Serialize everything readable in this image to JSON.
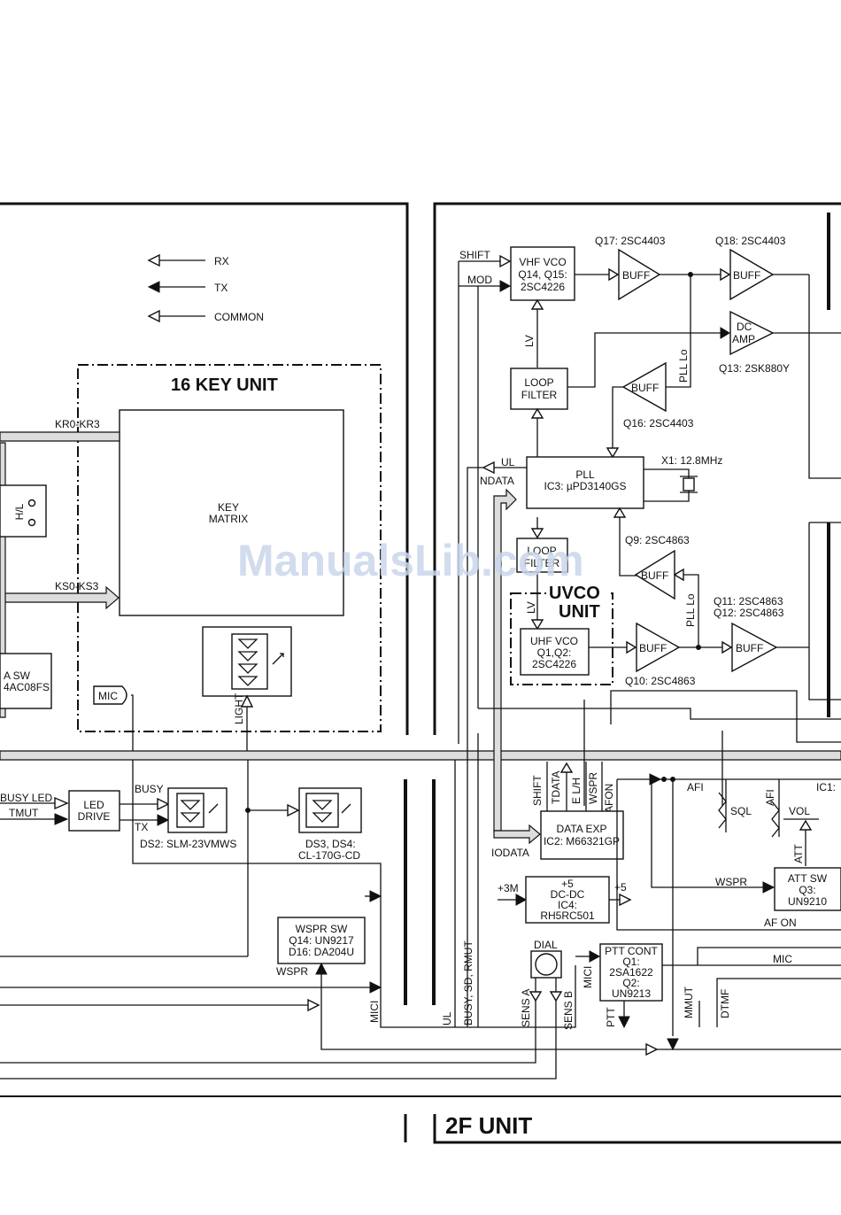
{
  "legend": {
    "rx": "RX",
    "tx": "TX",
    "common": "COMMON"
  },
  "key_unit": {
    "title": "16 KEY UNIT",
    "matrix_label_1": "KEY",
    "matrix_label_2": "MATRIX",
    "bus_kr": "KR0-KR3",
    "bus_ks": "KS0-KS3",
    "light": "LIGHT",
    "mic": "MIC",
    "hl": "H/L",
    "sw_line1": "A SW",
    "sw_line2": "4AC08FS"
  },
  "led_section": {
    "busy_led": "BUSY LED",
    "tmut": "TMUT",
    "led_drive_1": "LED",
    "led_drive_2": "DRIVE",
    "busy": "BUSY",
    "tx": "TX",
    "ds2": "DS2: SLM-23VMWS",
    "ds34_1": "DS3, DS4:",
    "ds34_2": "CL-170G-CD"
  },
  "wspr_sw": {
    "line1": "WSPR SW",
    "line2": "Q14: UN9217",
    "line3": "D16: DA204U",
    "wspr": "WSPR",
    "mici": "MICI"
  },
  "pll_section": {
    "shift": "SHIFT",
    "mod": "MOD",
    "vhf_vco_1": "VHF VCO",
    "vhf_vco_2": "Q14, Q15:",
    "vhf_vco_3": "2SC4226",
    "q17": "Q17: 2SC4403",
    "q18": "Q18: 2SC4403",
    "buff": "BUFF",
    "dc_amp_1": "DC",
    "dc_amp_2": "AMP",
    "q13": "Q13: 2SK880Y",
    "lv": "LV",
    "pll_lo": "PLL Lo",
    "loop_filter_1": "LOOP",
    "loop_filter_2": "FILTER",
    "q16": "Q16: 2SC4403",
    "ul": "UL",
    "ndata": "NDATA",
    "pll_1": "PLL",
    "pll_2": "IC3: µPD3140GS",
    "x1": "X1: 12.8MHz",
    "q9": "Q9: 2SC4863",
    "uvco_1": "UVCO",
    "uvco_2": "UNIT",
    "uhf_vco_1": "UHF VCO",
    "uhf_vco_2": "Q1,Q2:",
    "uhf_vco_3": "2SC4226",
    "q10": "Q10: 2SC4863",
    "q11": "Q11: 2SC4863",
    "q12": "Q12: 2SC4863"
  },
  "lower_section": {
    "shift": "SHIFT",
    "tdata": "TDATA",
    "elh": "E L/H",
    "wspr": "WSPR",
    "afon": "AFON",
    "afi": "AFI",
    "afi2": "AFI",
    "sql": "SQL",
    "vol": "VOL",
    "ic1": "IC1:",
    "att": "ATT",
    "data_exp_1": "DATA EXP",
    "data_exp_2": "IC2: M66321GP",
    "iodata": "IODATA",
    "wspr2": "WSPR",
    "att_sw_1": "ATT SW",
    "att_sw_2": "Q3:",
    "att_sw_3": "UN9210",
    "af_on": "AF ON",
    "plus3m": "+3M",
    "dcdc_1": "+5",
    "dcdc_2": "DC-DC",
    "dcdc_3": "IC4:",
    "dcdc_4": "RH5RC501",
    "plus5": "+5",
    "dial": "DIAL",
    "ptt_cont_1": "PTT CONT",
    "ptt_cont_2": "Q1:",
    "ptt_cont_3": "2SA1622",
    "ptt_cont_4": "Q2:",
    "ptt_cont_5": "UN9213",
    "mic": "MIC",
    "mici": "MICI",
    "ul": "UL",
    "busy_sd_rmut": "BUSY, SD, RMUT",
    "sens_a": "SENS A",
    "sens_b": "SENS B",
    "ptt": "PTT",
    "mmut": "MMUT",
    "dtmf": "DTMF"
  },
  "unit_2f": "2F UNIT",
  "watermark": "ManualsLib.com"
}
